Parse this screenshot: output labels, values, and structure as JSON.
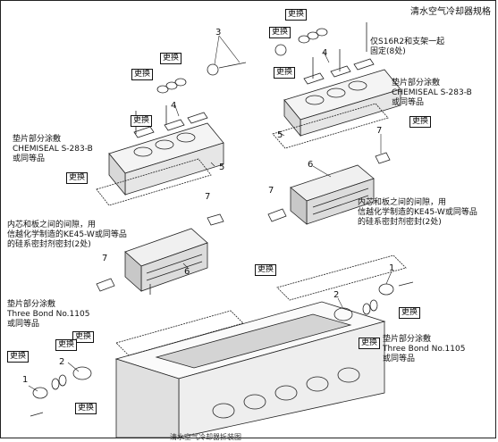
{
  "title": "清水空气冷却器规格",
  "replace_label": "更换",
  "numbers": {
    "n1": "1",
    "n2": "2",
    "n3": "3",
    "n4": "4",
    "n5": "5",
    "n6": "6",
    "n7": "7"
  },
  "notes": {
    "fix_note": [
      "仅S16R2和支架一起",
      "固定(8处)"
    ],
    "gasket_chem_right": [
      "垫片部分涂敷",
      "CHEMISEAL S-283-B",
      "或同等品"
    ],
    "gasket_chem_left": [
      "垫片部分涂敷",
      "CHEMISEAL S-283-B",
      "或同等品"
    ],
    "gap_note_right": [
      "内芯和板之间的间隙，用",
      "信越化学制造的KE45-W或同等品",
      "的硅系密封剂密封(2处)"
    ],
    "gap_note_left": [
      "内芯和板之间的间隙，用",
      "信越化学制造的KE45-W或同等品",
      "的硅系密封剂密封(2处)"
    ],
    "three_bond_left": [
      "垫片部分涂敷",
      "Three Bond No.1105",
      "或同等品"
    ],
    "three_bond_right": [
      "垫片部分涂敷",
      "Three Bond No.1105",
      "或同等品"
    ]
  },
  "caption": "清水空气冷却器拆装图"
}
